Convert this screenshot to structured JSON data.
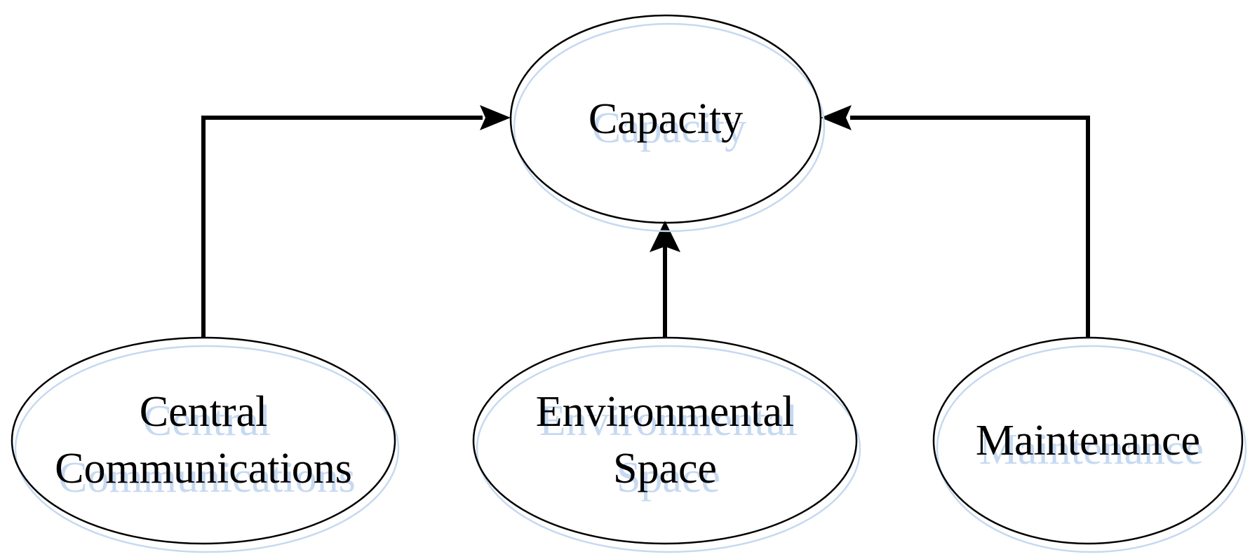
{
  "diagram": {
    "type": "concept-map",
    "colors": {
      "stroke": "#000000",
      "echo": "#c6d9f1",
      "text": "#000000",
      "bg": "#ffffff"
    },
    "nodes": [
      {
        "id": "capacity",
        "label": "Capacity",
        "shape": "ellipse"
      },
      {
        "id": "central-communications",
        "label": "Central Communications",
        "shape": "ellipse"
      },
      {
        "id": "environmental-space",
        "label": "Environmental Space",
        "shape": "ellipse"
      },
      {
        "id": "maintenance",
        "label": "Maintenance",
        "shape": "ellipse"
      }
    ],
    "edges": [
      {
        "from": "central-communications",
        "to": "capacity",
        "style": "elbow-arrow"
      },
      {
        "from": "environmental-space",
        "to": "capacity",
        "style": "straight-arrow"
      },
      {
        "from": "maintenance",
        "to": "capacity",
        "style": "elbow-arrow"
      }
    ]
  }
}
